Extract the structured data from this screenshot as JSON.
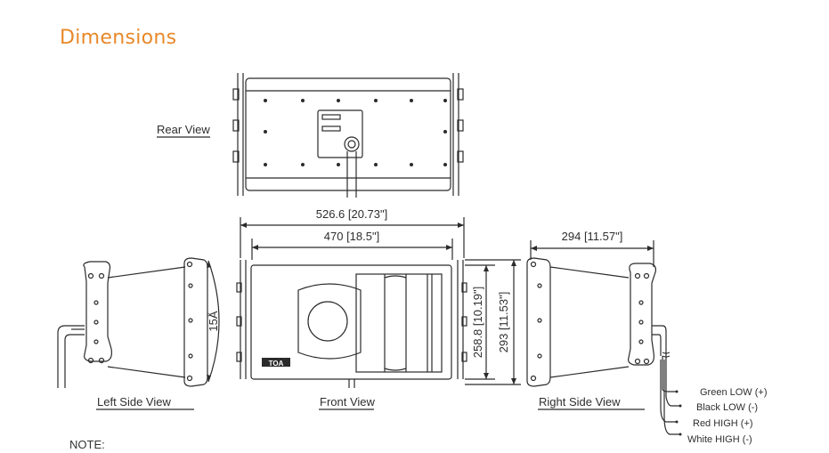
{
  "title": "Dimensions",
  "title_color": "#e8892a",
  "views": {
    "rear": "Rear View",
    "left": "Left Side View",
    "front": "Front View",
    "right": "Right Side View"
  },
  "dimensions": {
    "overall_width": "526.6 [20.73\"]",
    "inner_width": "470 [18.5\"]",
    "depth": "294 [11.57\"]",
    "height_front": "258.8 [10.19\"]",
    "height_total": "293 [11.53\"]",
    "angle": "15Å"
  },
  "wires": [
    "Green LOW (+)",
    "Black LOW (-)",
    "Red HIGH (+)",
    "White HIGH (-)"
  ],
  "brand_mark": "TOA",
  "note": "NOTE:"
}
